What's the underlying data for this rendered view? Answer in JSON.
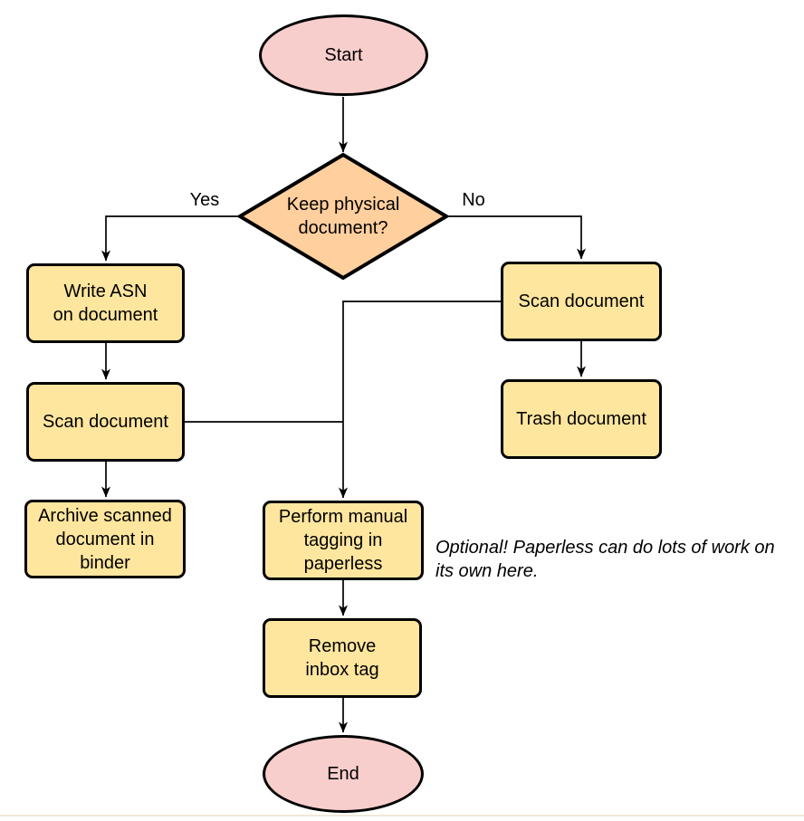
{
  "colors": {
    "terminal_fill": "#f8cecc",
    "decision_fill": "#ffcf9e",
    "process_fill": "#ffe69e",
    "stroke": "#000000",
    "bottom_edge": "#efe9d8"
  },
  "nodes": {
    "start": {
      "label": "Start",
      "type": "terminal"
    },
    "decision": {
      "label": "Keep physical\ndocument?",
      "type": "decision"
    },
    "write_asn": {
      "label": "Write ASN\non document",
      "type": "process"
    },
    "scan_left": {
      "label": "Scan document",
      "type": "process"
    },
    "archive": {
      "label": "Archive scanned\ndocument in\nbinder",
      "type": "process"
    },
    "scan_right": {
      "label": "Scan document",
      "type": "process"
    },
    "trash": {
      "label": "Trash document",
      "type": "process"
    },
    "tagging": {
      "label": "Perform manual\ntagging in\npaperless",
      "type": "process"
    },
    "remove_tag": {
      "label": "Remove\ninbox tag",
      "type": "process"
    },
    "end": {
      "label": "End",
      "type": "terminal"
    }
  },
  "edge_labels": {
    "yes": "Yes",
    "no": "No"
  },
  "edges": [
    {
      "from": "start",
      "to": "decision"
    },
    {
      "from": "decision",
      "to": "write_asn",
      "label": "Yes"
    },
    {
      "from": "decision",
      "to": "scan_right",
      "label": "No"
    },
    {
      "from": "write_asn",
      "to": "scan_left"
    },
    {
      "from": "scan_left",
      "to": "archive"
    },
    {
      "from": "scan_right",
      "to": "trash"
    },
    {
      "from": "scan_right",
      "to": "tagging"
    },
    {
      "from": "scan_left",
      "to": "tagging"
    },
    {
      "from": "tagging",
      "to": "remove_tag"
    },
    {
      "from": "remove_tag",
      "to": "end"
    }
  ],
  "annotation": {
    "text": "Optional! Paperless can do lots of work on\nits own here."
  }
}
